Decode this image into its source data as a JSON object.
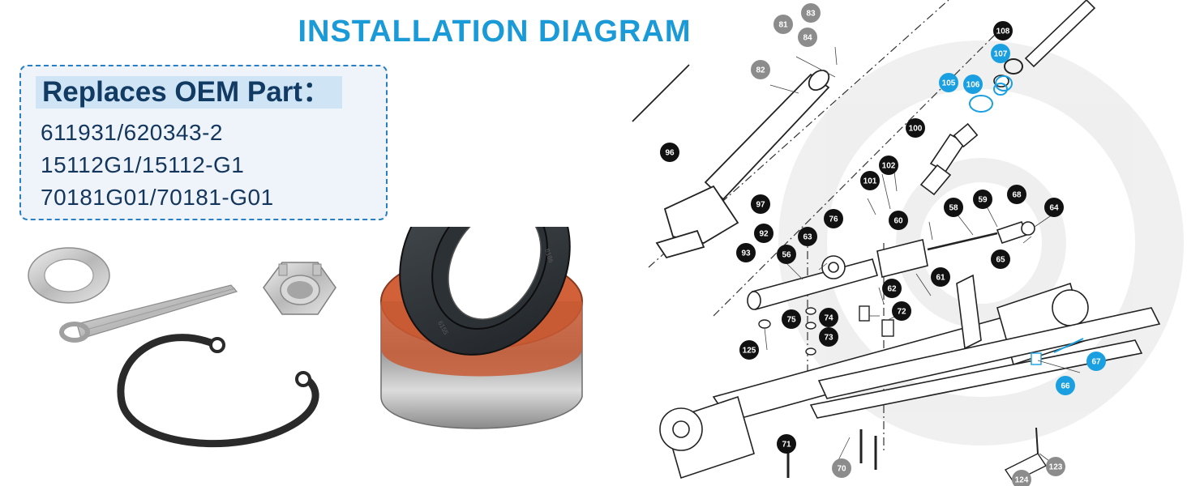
{
  "title": "INSTALLATION DIAGRAM",
  "oem": {
    "heading": "Replaces OEM Part：",
    "parts": [
      "611931/620343-2",
      "15112G1/15112-G1",
      "70181G01/70181-G01"
    ]
  },
  "colors": {
    "title": "#1a9ad6",
    "oem_text": "#14365c",
    "highlight": "#1aa0e0",
    "seal_orange": "#d2613a"
  },
  "callouts": {
    "black": [
      "108",
      "100",
      "102",
      "101",
      "96",
      "97",
      "92",
      "93",
      "76",
      "63",
      "60",
      "58",
      "59",
      "68",
      "64",
      "65",
      "56",
      "62",
      "61",
      "75",
      "74",
      "73",
      "72",
      "125",
      "71"
    ],
    "grey": [
      "81",
      "83",
      "84",
      "82",
      "70",
      "124",
      "123"
    ],
    "blue": [
      "107",
      "105",
      "106",
      "67",
      "66"
    ]
  }
}
